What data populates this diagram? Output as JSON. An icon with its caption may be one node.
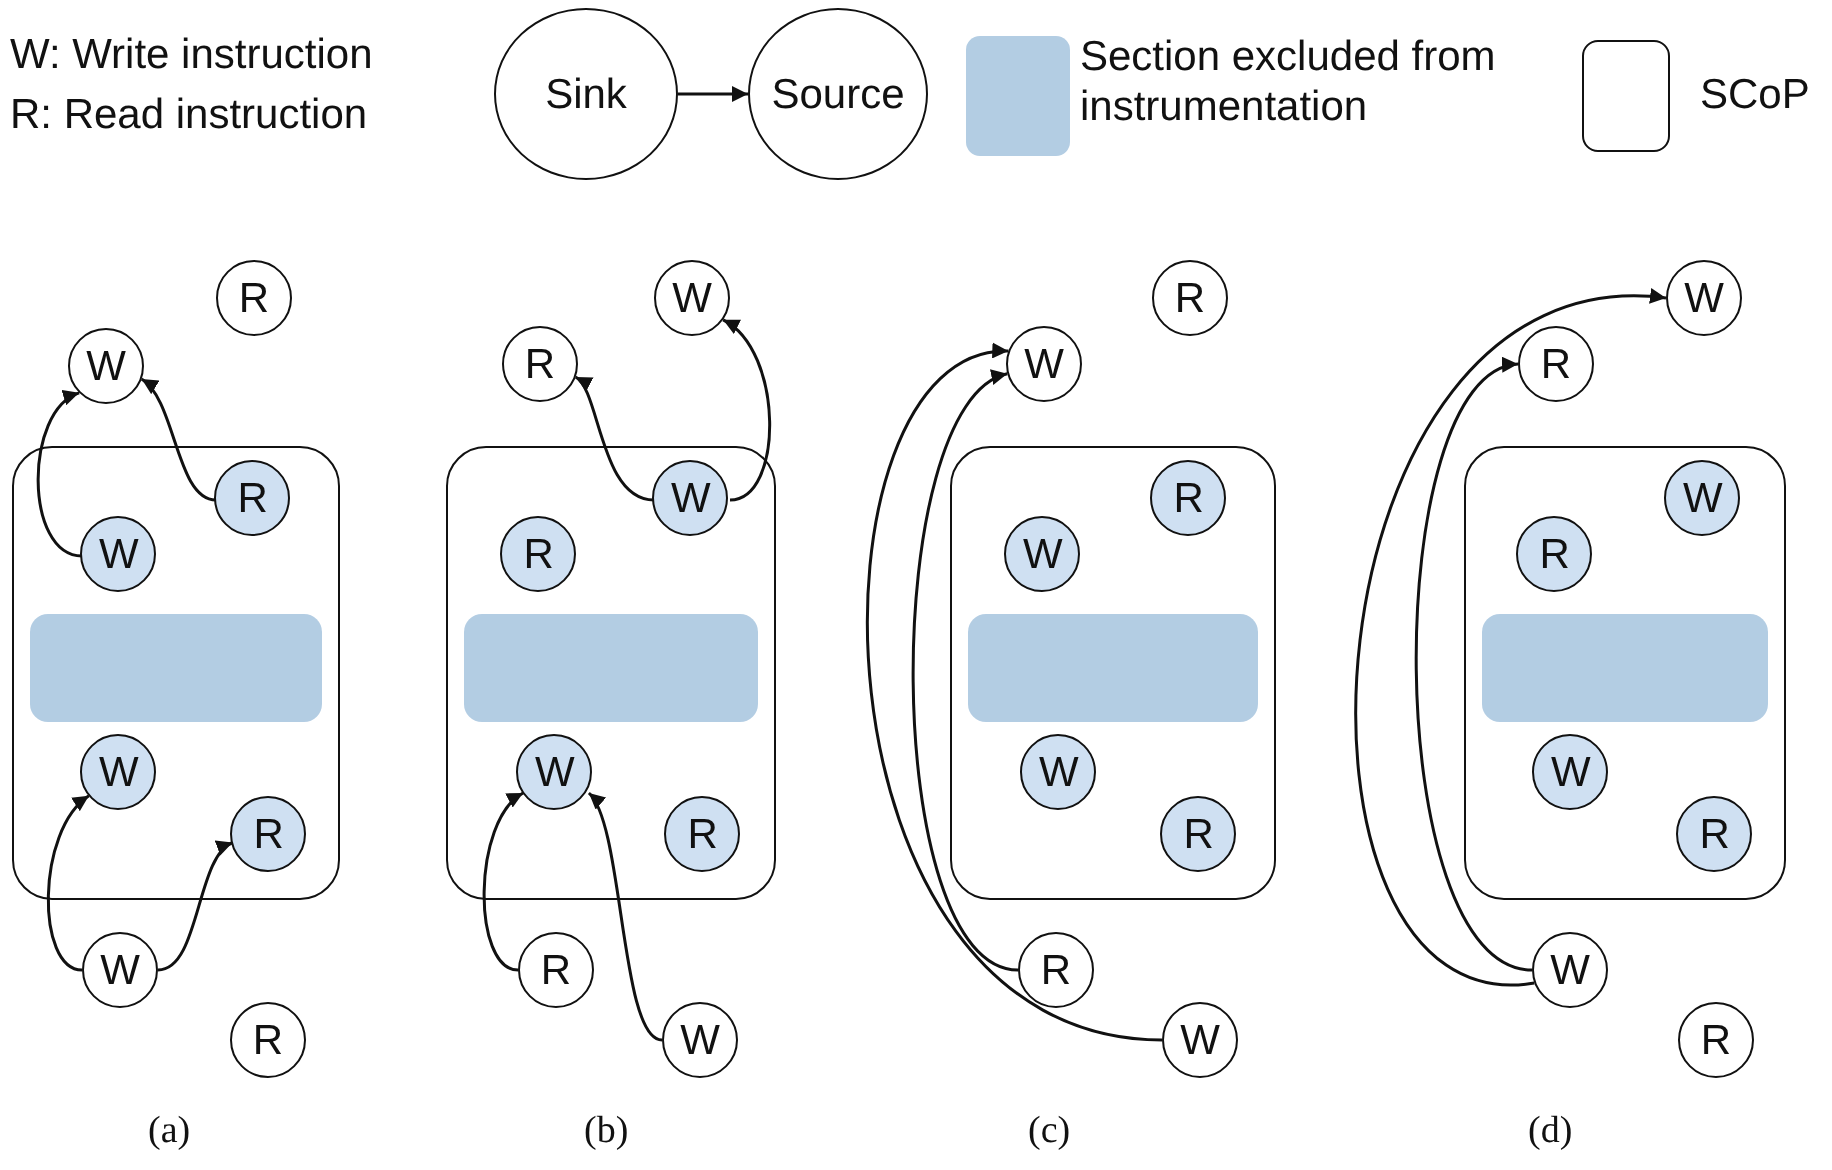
{
  "diagram": {
    "nodes": [
      {
        "text": [
          "Sink"
        ]
      },
      {
        "text": [
          "Source"
        ]
      },
      {
        "text": [],
        "shape": "box"
      },
      {
        "text": [],
        "shape": "bar",
        "in": 2
      },
      {
        "text": [
          "R"
        ]
      },
      {
        "text": [
          "W"
        ]
      },
      {
        "text": [
          "R"
        ],
        "in": 2
      },
      {
        "text": [
          "W"
        ],
        "in": 2
      },
      {
        "text": [
          "W"
        ],
        "in": 2
      },
      {
        "text": [
          "R"
        ],
        "in": 2
      },
      {
        "text": [
          "W"
        ]
      },
      {
        "text": [
          "R"
        ]
      },
      {
        "text": [],
        "shape": "box"
      },
      {
        "text": [],
        "shape": "bar",
        "in": 12
      },
      {
        "text": [
          "W"
        ]
      },
      {
        "text": [
          "R"
        ]
      },
      {
        "text": [
          "W"
        ],
        "in": 12
      },
      {
        "text": [
          "R"
        ],
        "in": 12
      },
      {
        "text": [
          "W"
        ],
        "in": 12
      },
      {
        "text": [
          "R"
        ],
        "in": 12
      },
      {
        "text": [
          "R"
        ]
      },
      {
        "text": [
          "W"
        ]
      },
      {
        "text": [],
        "shape": "box"
      },
      {
        "text": [],
        "shape": "bar",
        "in": 22
      },
      {
        "text": [
          "R"
        ]
      },
      {
        "text": [
          "W"
        ]
      },
      {
        "text": [
          "R"
        ],
        "in": 22
      },
      {
        "text": [
          "W"
        ],
        "in": 22
      },
      {
        "text": [
          "W"
        ],
        "in": 22
      },
      {
        "text": [
          "R"
        ],
        "in": 22
      },
      {
        "text": [
          "R"
        ]
      },
      {
        "text": [
          "W"
        ]
      },
      {
        "text": [],
        "shape": "box"
      },
      {
        "text": [],
        "shape": "bar",
        "in": 32
      },
      {
        "text": [
          "W"
        ]
      },
      {
        "text": [
          "R"
        ]
      },
      {
        "text": [
          "W"
        ],
        "in": 32
      },
      {
        "text": [
          "R"
        ],
        "in": 32
      },
      {
        "text": [
          "W"
        ],
        "in": 32
      },
      {
        "text": [
          "R"
        ],
        "in": 32
      },
      {
        "text": [
          "W"
        ]
      },
      {
        "text": [
          "R"
        ]
      }
    ],
    "edges": [
      {
        "from": 0,
        "to": 1,
        "arrow": "to"
      },
      {
        "from": 7,
        "to": 5,
        "arrow": "to"
      },
      {
        "from": 6,
        "to": 5,
        "arrow": "to"
      },
      {
        "from": 10,
        "to": 8,
        "arrow": "to"
      },
      {
        "from": 10,
        "to": 9,
        "arrow": "to"
      },
      {
        "from": 16,
        "to": 15,
        "arrow": "to"
      },
      {
        "from": 16,
        "to": 14,
        "arrow": "to"
      },
      {
        "from": 20,
        "to": 18,
        "arrow": "to"
      },
      {
        "from": 21,
        "to": 18,
        "arrow": "to"
      },
      {
        "from": 30,
        "to": 25,
        "arrow": "to"
      },
      {
        "from": 31,
        "to": 25,
        "arrow": "to"
      },
      {
        "from": 40,
        "to": 35,
        "arrow": "to"
      },
      {
        "from": 40,
        "to": 34,
        "arrow": "to"
      }
    ],
    "labels": [
      "W: Write instruction",
      "R: Read instruction",
      "(a)",
      "(b)",
      "(c)",
      "(d)"
    ],
    "legend": [
      {
        "text": "Section excluded from instrumentation",
        "color": "#b3cde3"
      },
      {
        "text": "SCoP"
      }
    ]
  }
}
